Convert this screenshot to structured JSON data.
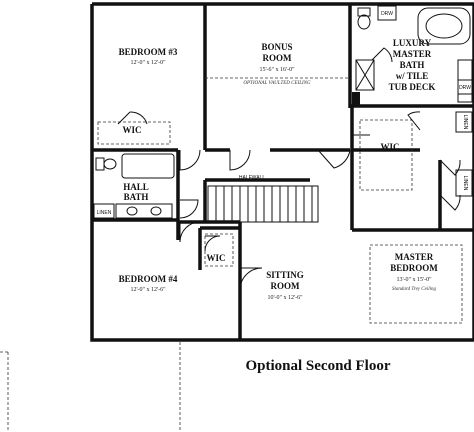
{
  "caption": "Optional Second Floor",
  "rooms": {
    "bedroom3": {
      "name": "BEDROOM #3",
      "dims": "12'-0\" x 12'-0\""
    },
    "bonus": {
      "name1": "BONUS",
      "name2": "ROOM",
      "dims": "15'-6\" x 16'-0\"",
      "note": "OPTIONAL VAULTED CEILING"
    },
    "master_bath": {
      "l1": "LUXURY",
      "l2": "MASTER",
      "l3": "BATH",
      "l4": "w/ TILE",
      "l5": "TUB DECK"
    },
    "wic1": {
      "name": "WIC"
    },
    "wic2": {
      "name": "WIC"
    },
    "wic3": {
      "name": "WIC"
    },
    "hall_bath": {
      "l1": "HALL",
      "l2": "BATH"
    },
    "bedroom4": {
      "name": "BEDROOM #4",
      "dims": "12'-0\" x 12'-6\""
    },
    "sitting": {
      "name1": "SITTING",
      "name2": "ROOM",
      "dims": "10'-0\" x 12'-6\""
    },
    "master_bed": {
      "name1": "MASTER",
      "name2": "BEDROOM",
      "dims": "13'-0\" x 15'-0\"",
      "note": "Standard Trey Ceiling"
    }
  },
  "labels": {
    "halfwall": "HALFWALL",
    "linen": "LINEN",
    "drw": "DRW"
  }
}
